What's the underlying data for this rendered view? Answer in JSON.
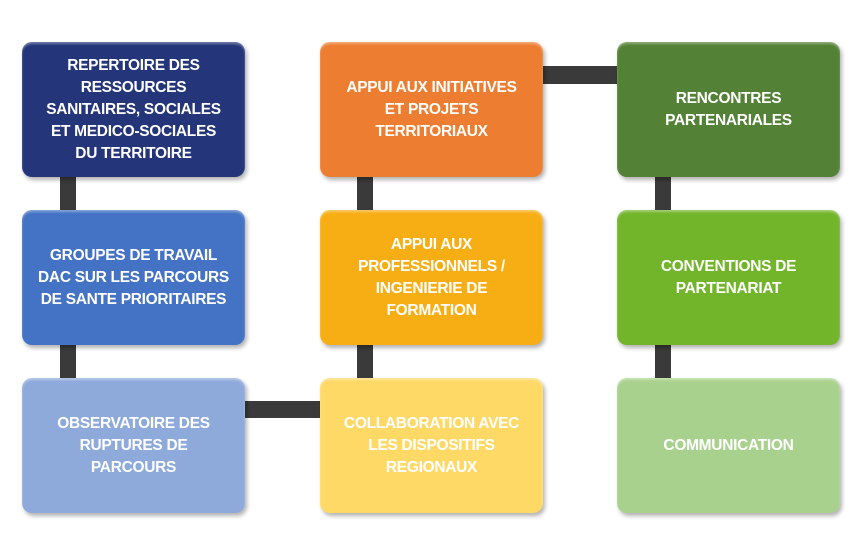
{
  "boxes": [
    {
      "text": "REPERTOIRE DES\nRESSOURCES\nSANITAIRES, SOCIALES\nET MEDICO-SOCIALES\nDU TERRITOIRE",
      "color": "#24357a"
    },
    {
      "text": "GROUPES DE TRAVAIL\nDAC SUR LES PARCOURS\nDE SANTE PRIORITAIRES",
      "color": "#4472c4"
    },
    {
      "text": "OBSERVATOIRE DES\nRUPTURES DE\nPARCOURS",
      "color": "#8eaadb"
    },
    {
      "text": "APPUI AUX INITIATIVES\nET PROJETS\nTERRITORIAUX",
      "color": "#ed7d31"
    },
    {
      "text": "APPUI AUX\nPROFESSIONNELS /\nINGENIERIE DE\nFORMATION",
      "color": "#f7ae14"
    },
    {
      "text": "COLLABORATION AVEC\nLES DISPOSITIFS\nREGIONAUX",
      "color": "#ffd966"
    },
    {
      "text": "RENCONTRES\nPARTENARIALES",
      "color": "#538135"
    },
    {
      "text": "CONVENTIONS DE\nPARTENARIAT",
      "color": "#72b52a"
    },
    {
      "text": "COMMUNICATION",
      "color": "#a9d18e"
    }
  ]
}
